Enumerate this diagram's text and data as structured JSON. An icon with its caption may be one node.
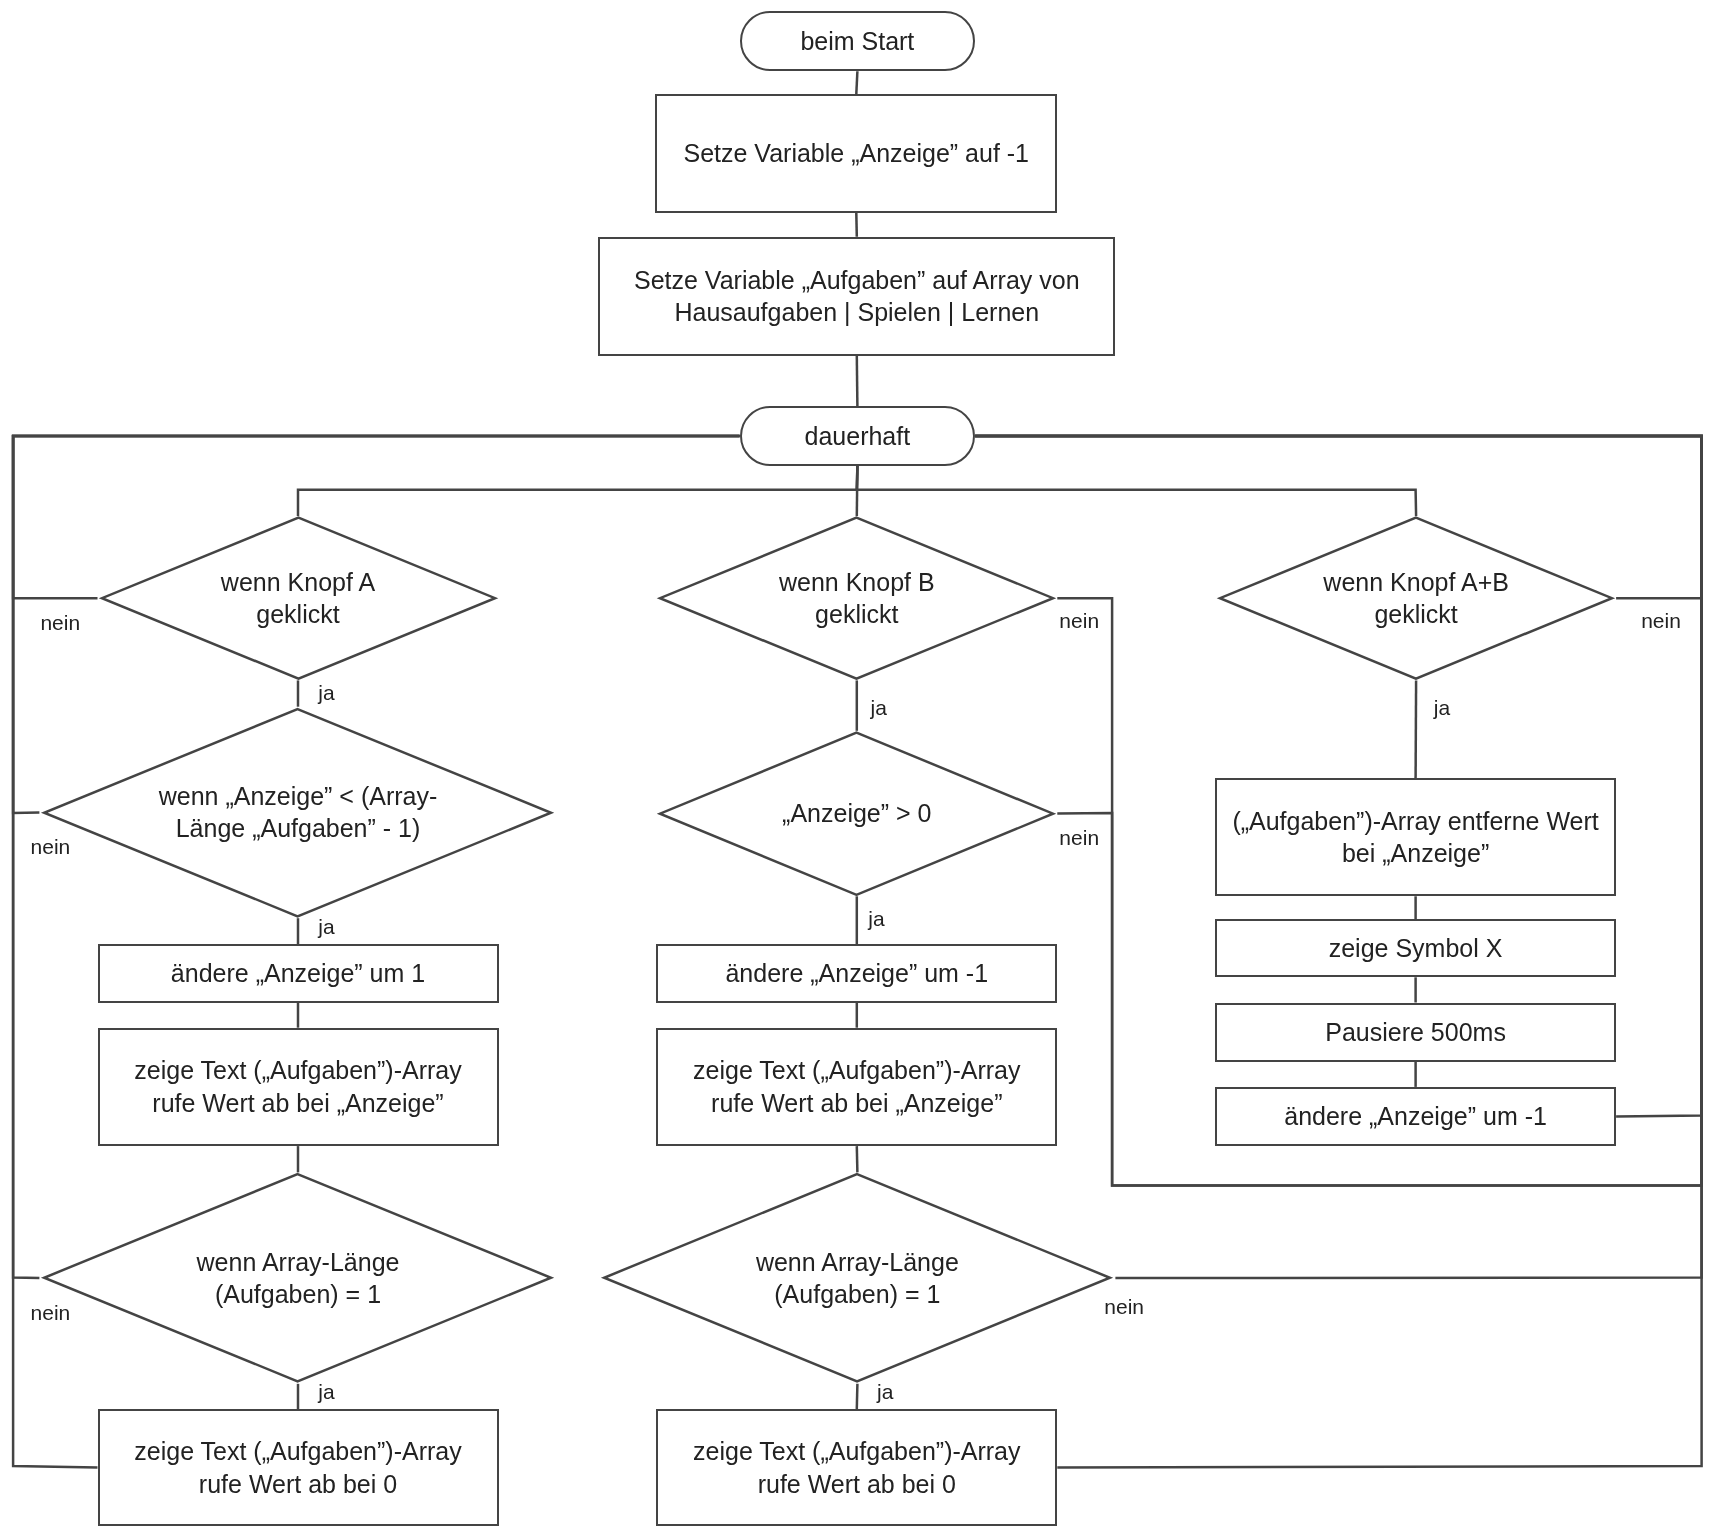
{
  "diagram": {
    "nodes": [
      {
        "text": [
          "beim Start"
        ]
      },
      {
        "text": [
          "Setze Variable „Anzeige” auf -1"
        ]
      },
      {
        "text": [
          "Setze Variable „Aufgaben” auf Array von Hausaufgaben | Spielen | Lernen"
        ]
      },
      {
        "text": [
          "dauerhaft"
        ]
      },
      {
        "text": [
          "wenn Knopf A geklickt"
        ]
      },
      {
        "text": [
          "wenn „Anzeige” < (Array-Länge „Aufgaben” - 1)"
        ]
      },
      {
        "text": [
          "ändere „Anzeige” um 1"
        ]
      },
      {
        "text": [
          "zeige Text („Aufgaben”)-Array rufe Wert ab bei „Anzeige”"
        ]
      },
      {
        "text": [
          "wenn Array-Länge (Aufgaben) = 1"
        ]
      },
      {
        "text": [
          "zeige Text („Aufgaben”)-Array rufe Wert ab bei 0"
        ]
      },
      {
        "text": [
          "wenn Knopf B geklickt"
        ]
      },
      {
        "text": [
          "„Anzeige” > 0"
        ]
      },
      {
        "text": [
          "ändere „Anzeige” um -1"
        ]
      },
      {
        "text": [
          "zeige Text („Aufgaben”)-Array rufe Wert ab bei „Anzeige”"
        ]
      },
      {
        "text": [
          "wenn Array-Länge (Aufgaben) = 1"
        ]
      },
      {
        "text": [
          "zeige Text („Aufgaben”)-Array rufe Wert ab bei 0"
        ]
      },
      {
        "text": [
          "wenn Knopf A+B geklickt"
        ]
      },
      {
        "text": [
          "(„Aufgaben”)-Array entferne Wert bei „Anzeige”"
        ]
      },
      {
        "text": [
          "zeige Symbol X"
        ]
      },
      {
        "text": [
          "Pausiere 500ms"
        ]
      },
      {
        "text": [
          "ändere „Anzeige” um -1"
        ]
      }
    ],
    "edges": [
      {
        "from": 0,
        "to": 1,
        "arrow": "none"
      },
      {
        "from": 1,
        "to": 2,
        "arrow": "none"
      },
      {
        "from": 2,
        "to": 3,
        "arrow": "none"
      },
      {
        "from": 3,
        "to": 4,
        "arrow": "none"
      },
      {
        "from": 3,
        "to": 10,
        "arrow": "none"
      },
      {
        "from": 3,
        "to": 16,
        "arrow": "none"
      },
      {
        "from": 4,
        "to": 5,
        "arrow": "none",
        "label": "ja"
      },
      {
        "from": 5,
        "to": 6,
        "arrow": "none",
        "label": "ja"
      },
      {
        "from": 6,
        "to": 7,
        "arrow": "none"
      },
      {
        "from": 7,
        "to": 8,
        "arrow": "none"
      },
      {
        "from": 8,
        "to": 9,
        "arrow": "none",
        "label": "ja"
      },
      {
        "from": 10,
        "to": 11,
        "arrow": "none",
        "label": "ja"
      },
      {
        "from": 11,
        "to": 12,
        "arrow": "none",
        "label": "ja"
      },
      {
        "from": 12,
        "to": 13,
        "arrow": "none"
      },
      {
        "from": 13,
        "to": 14,
        "arrow": "none"
      },
      {
        "from": 14,
        "to": 15,
        "arrow": "none",
        "label": "ja"
      },
      {
        "from": 16,
        "to": 17,
        "arrow": "none",
        "label": "ja"
      },
      {
        "from": 17,
        "to": 18,
        "arrow": "none"
      },
      {
        "from": 18,
        "to": 19,
        "arrow": "none"
      },
      {
        "from": 19,
        "to": 20,
        "arrow": "none"
      },
      {
        "from": 4,
        "to": 3,
        "arrow": "none",
        "label": "nein"
      },
      {
        "from": 5,
        "to": 3,
        "arrow": "none",
        "label": "nein"
      },
      {
        "from": 8,
        "to": 3,
        "arrow": "none",
        "label": "nein"
      },
      {
        "from": 9,
        "to": 3,
        "arrow": "none"
      },
      {
        "from": 10,
        "to": 3,
        "arrow": "none",
        "label": "nein"
      },
      {
        "from": 11,
        "to": 3,
        "arrow": "none",
        "label": "nein"
      },
      {
        "from": 14,
        "to": 3,
        "arrow": "none",
        "label": "nein"
      },
      {
        "from": 15,
        "to": 3,
        "arrow": "none"
      },
      {
        "from": 16,
        "to": 3,
        "arrow": "none",
        "label": "nein"
      },
      {
        "from": 20,
        "to": 3,
        "arrow": "none"
      }
    ]
  }
}
